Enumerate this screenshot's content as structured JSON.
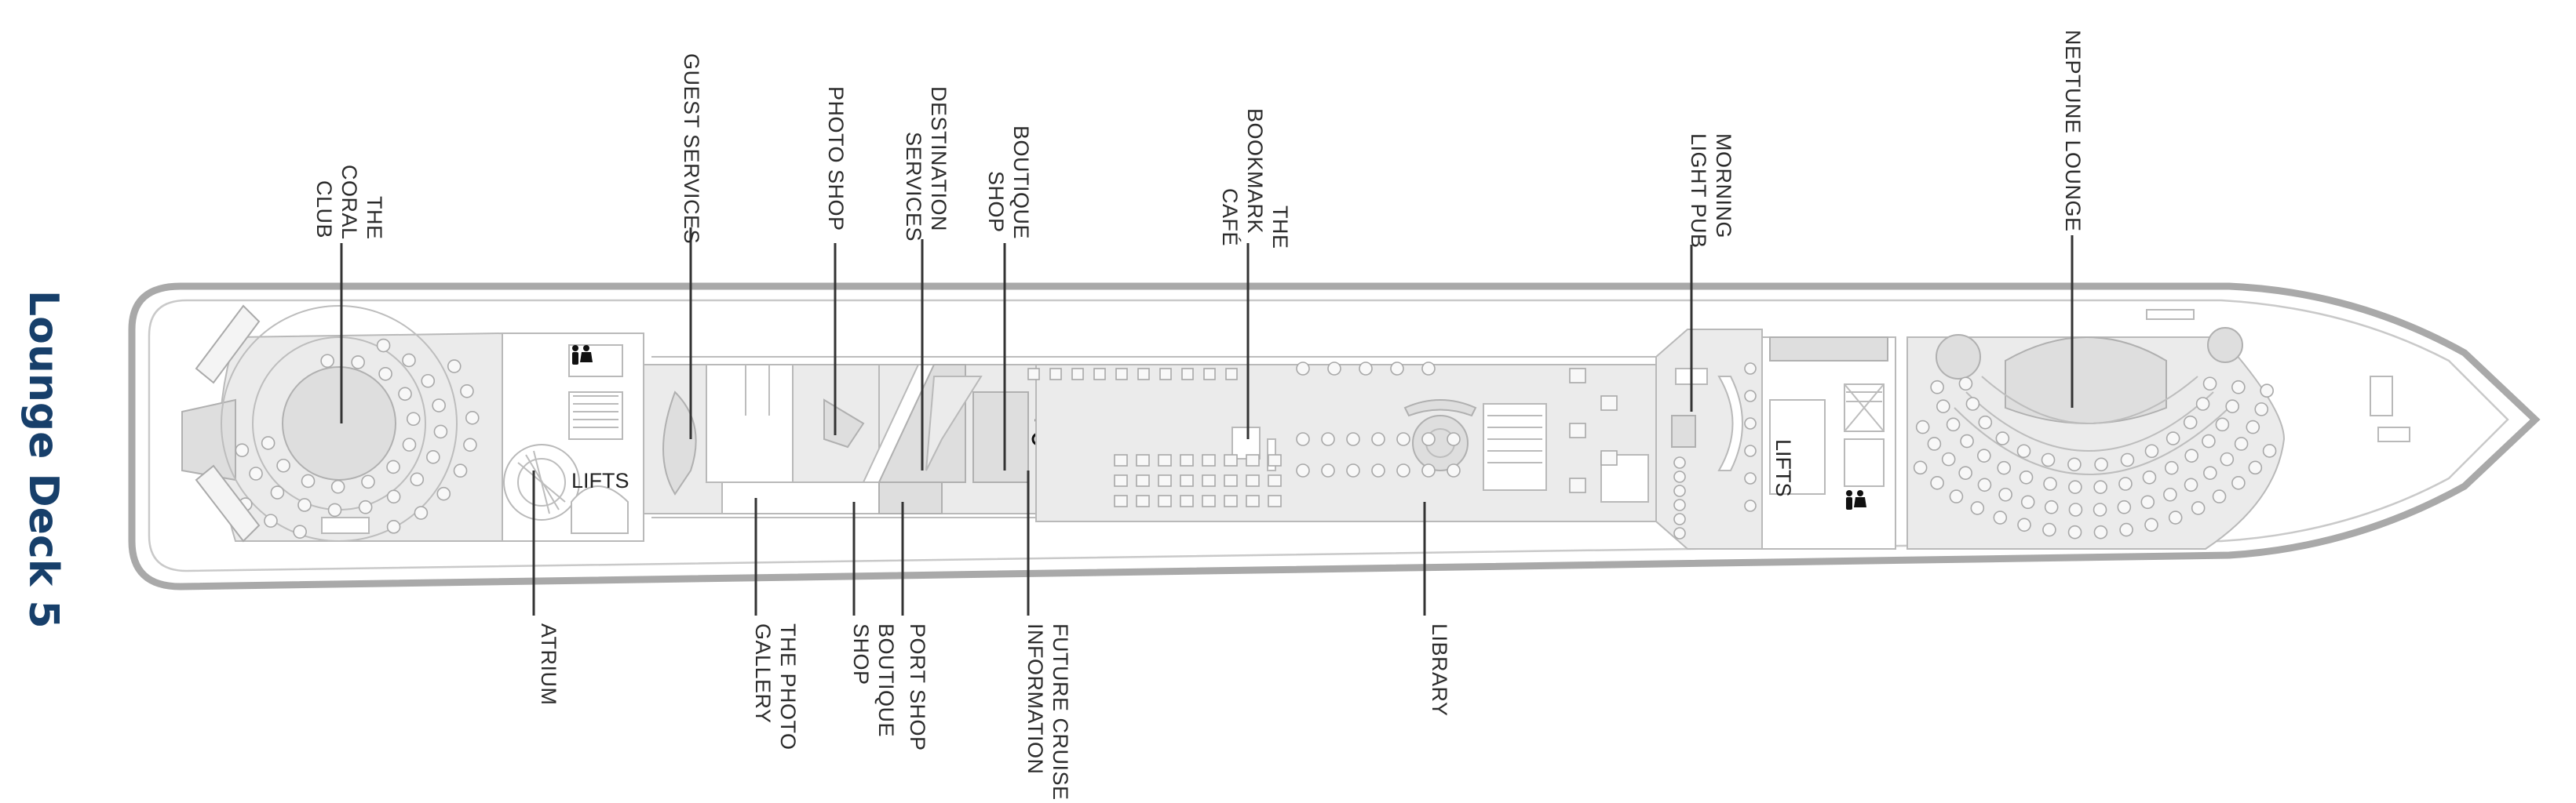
{
  "deck": {
    "title": "Lounge Deck 5"
  },
  "colors": {
    "title": "#173f6a",
    "hull": "#a9a9a9",
    "rooms": "#ebebeb"
  },
  "labels_top": {
    "coral_club": [
      "THE",
      "CORAL",
      "CLUB"
    ],
    "guest_services": [
      "GUEST SERVICES"
    ],
    "photo_shop": [
      "PHOTO SHOP"
    ],
    "destination_services": [
      "DESTINATION",
      "SERVICES"
    ],
    "boutique_shop_top": [
      "BOUTIQUE",
      "SHOP"
    ],
    "bookmark_cafe": [
      "THE",
      "BOOKMARK",
      "CAFÉ"
    ],
    "morning_light_pub": [
      "MORNING",
      "LIGHT PUB"
    ],
    "neptune_lounge": [
      "NEPTUNE LOUNGE"
    ]
  },
  "labels_bottom": {
    "atrium": [
      "ATRIUM"
    ],
    "photo_gallery": [
      "THE PHOTO",
      "GALLERY"
    ],
    "boutique_shop_bottom": [
      "BOUTIQUE",
      "SHOP"
    ],
    "port_shop": [
      "PORT SHOP"
    ],
    "future_cruise": [
      "FUTURE CRUISE",
      "INFORMATION"
    ],
    "library": [
      "LIBRARY"
    ]
  },
  "inline": {
    "lifts_aft": "LIFTS",
    "lifts_fwd": "LIFTS"
  },
  "icons": [
    "restroom-icon",
    "accessible-icon",
    "stairs-icon",
    "elevator-icon"
  ]
}
